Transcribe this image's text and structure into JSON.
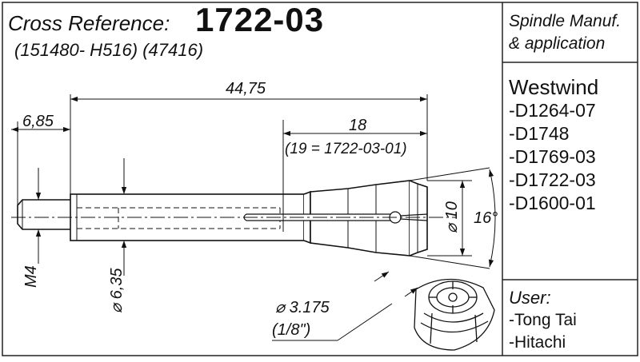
{
  "title": {
    "label": "Cross Reference:",
    "part_number": "1722-03",
    "alt_refs": "(151480- H516)  (47416)"
  },
  "spindle": {
    "header_line1": "Spindle Manuf.",
    "header_line2": "& application",
    "brand": "Westwind",
    "models": [
      "-D1264-07",
      "-D1748",
      "-D1769-03",
      "-D1722-03",
      "-D1600-01"
    ]
  },
  "users": {
    "header": "User:",
    "items": [
      "-Tong Tai",
      "-Hitachi"
    ]
  },
  "dimensions": {
    "overall_length": "44,75",
    "shoulder": "6,85",
    "front_length": "18",
    "front_note": "(19 = 1722-03-01)",
    "thread": "M4",
    "shank_dia": "⌀ 6,35",
    "nose_dia": "⌀ 10",
    "taper_angle": "16°",
    "bore_dia": "⌀ 3.175",
    "bore_inch": "(1/8\")"
  }
}
